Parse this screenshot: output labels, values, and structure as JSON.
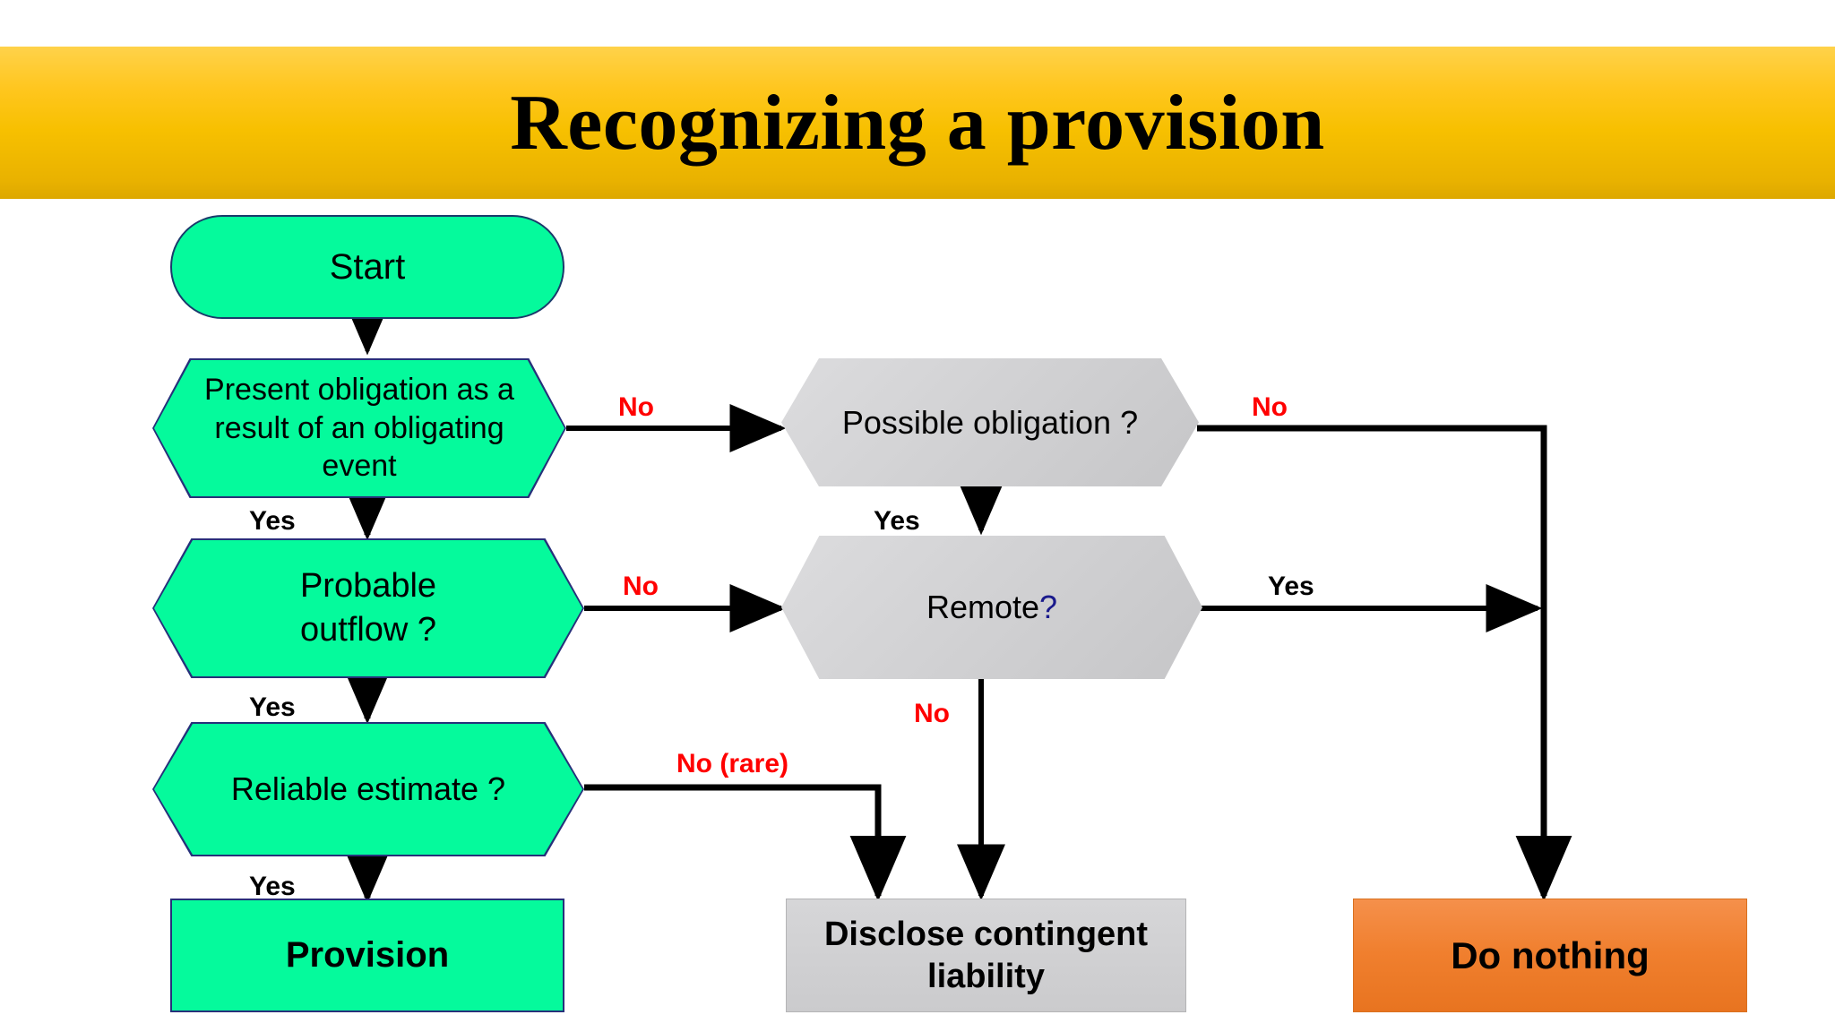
{
  "title": "Recognizing a provision",
  "theme": {
    "banner_top": "#FFD24A",
    "banner_bottom": "#DDA800",
    "green": "#05FA9C",
    "green_border": "#26307a",
    "gray": "#D2D2D4",
    "orange": "#F07F2E",
    "no_label_color": "#FF0000",
    "yes_label_color": "#000000",
    "connector_color": "#000000"
  },
  "nodes": {
    "start": {
      "label": "Start",
      "shape": "rounded-rectangle",
      "fill": "green"
    },
    "present_obligation": {
      "label": "Present obligation as a result of an obligating event",
      "line1": "Present obligation as a",
      "line2": "result of an obligating",
      "line3": "event",
      "shape": "hexagon",
      "fill": "green"
    },
    "probable_outflow": {
      "label": "Probable outflow ?",
      "line1": "Probable",
      "line2": "outflow ?",
      "shape": "hexagon",
      "fill": "green"
    },
    "reliable_estimate": {
      "label": "Reliable estimate ?",
      "shape": "hexagon",
      "fill": "green"
    },
    "provision": {
      "label": "Provision",
      "shape": "rectangle",
      "fill": "green"
    },
    "possible_obligation": {
      "label": "Possible obligation ?",
      "shape": "hexagon",
      "fill": "gray"
    },
    "remote": {
      "label": "Remote?",
      "text": "Remote",
      "question_mark": "?",
      "shape": "hexagon",
      "fill": "gray"
    },
    "disclose": {
      "label": "Disclose contingent liability",
      "line1": "Disclose contingent",
      "line2": "liability",
      "shape": "rectangle",
      "fill": "gray"
    },
    "do_nothing": {
      "label": "Do nothing",
      "shape": "rectangle",
      "fill": "orange"
    }
  },
  "edges": [
    {
      "id": "start-to-present",
      "from": "start",
      "to": "present_obligation",
      "label": ""
    },
    {
      "id": "present-no",
      "from": "present_obligation",
      "to": "possible_obligation",
      "label": "No"
    },
    {
      "id": "present-yes",
      "from": "present_obligation",
      "to": "probable_outflow",
      "label": "Yes"
    },
    {
      "id": "probable-no",
      "from": "probable_outflow",
      "to": "remote",
      "label": "No"
    },
    {
      "id": "probable-yes",
      "from": "probable_outflow",
      "to": "reliable_estimate",
      "label": "Yes"
    },
    {
      "id": "reliable-no-rare",
      "from": "reliable_estimate",
      "to": "disclose",
      "label": "No (rare)"
    },
    {
      "id": "reliable-yes",
      "from": "reliable_estimate",
      "to": "provision",
      "label": "Yes"
    },
    {
      "id": "possible-no",
      "from": "possible_obligation",
      "to": "do_nothing",
      "label": "No"
    },
    {
      "id": "possible-yes",
      "from": "possible_obligation",
      "to": "remote",
      "label": "Yes"
    },
    {
      "id": "remote-yes",
      "from": "remote",
      "to": "do_nothing",
      "label": "Yes"
    },
    {
      "id": "remote-no",
      "from": "remote",
      "to": "disclose",
      "label": "No"
    }
  ],
  "edge_labels": {
    "present_no": "No",
    "present_yes": "Yes",
    "probable_no": "No",
    "probable_yes": "Yes",
    "reliable_no_rare": "No (rare)",
    "reliable_yes": "Yes",
    "possible_no": "No",
    "possible_yes": "Yes",
    "remote_yes": "Yes",
    "remote_no": "No"
  }
}
